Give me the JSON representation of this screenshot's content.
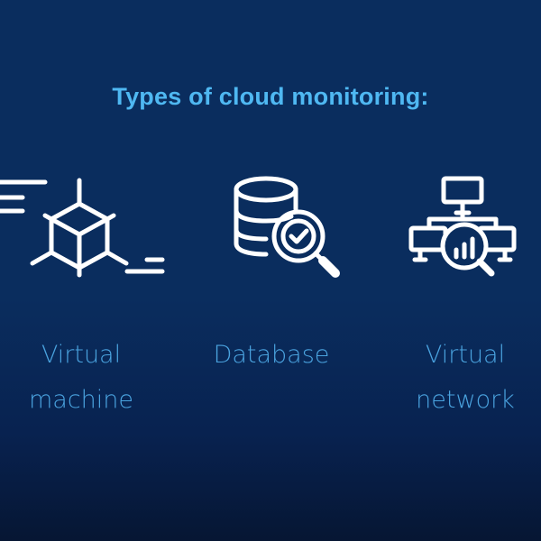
{
  "title": "Types of cloud monitoring:",
  "colors": {
    "background_top": "#0a2d5e",
    "background_bottom": "#061633",
    "title": "#4fb8f2",
    "label": "#4aa3df",
    "icon": "#ffffff"
  },
  "items": [
    {
      "icon": "virtual-machine-cube-icon",
      "label_line1": "Virtual",
      "label_line2": "machine"
    },
    {
      "icon": "database-search-check-icon",
      "label_line1": "Database",
      "label_line2": ""
    },
    {
      "icon": "network-search-chart-icon",
      "label_line1": "Virtual",
      "label_line2": "network"
    }
  ]
}
